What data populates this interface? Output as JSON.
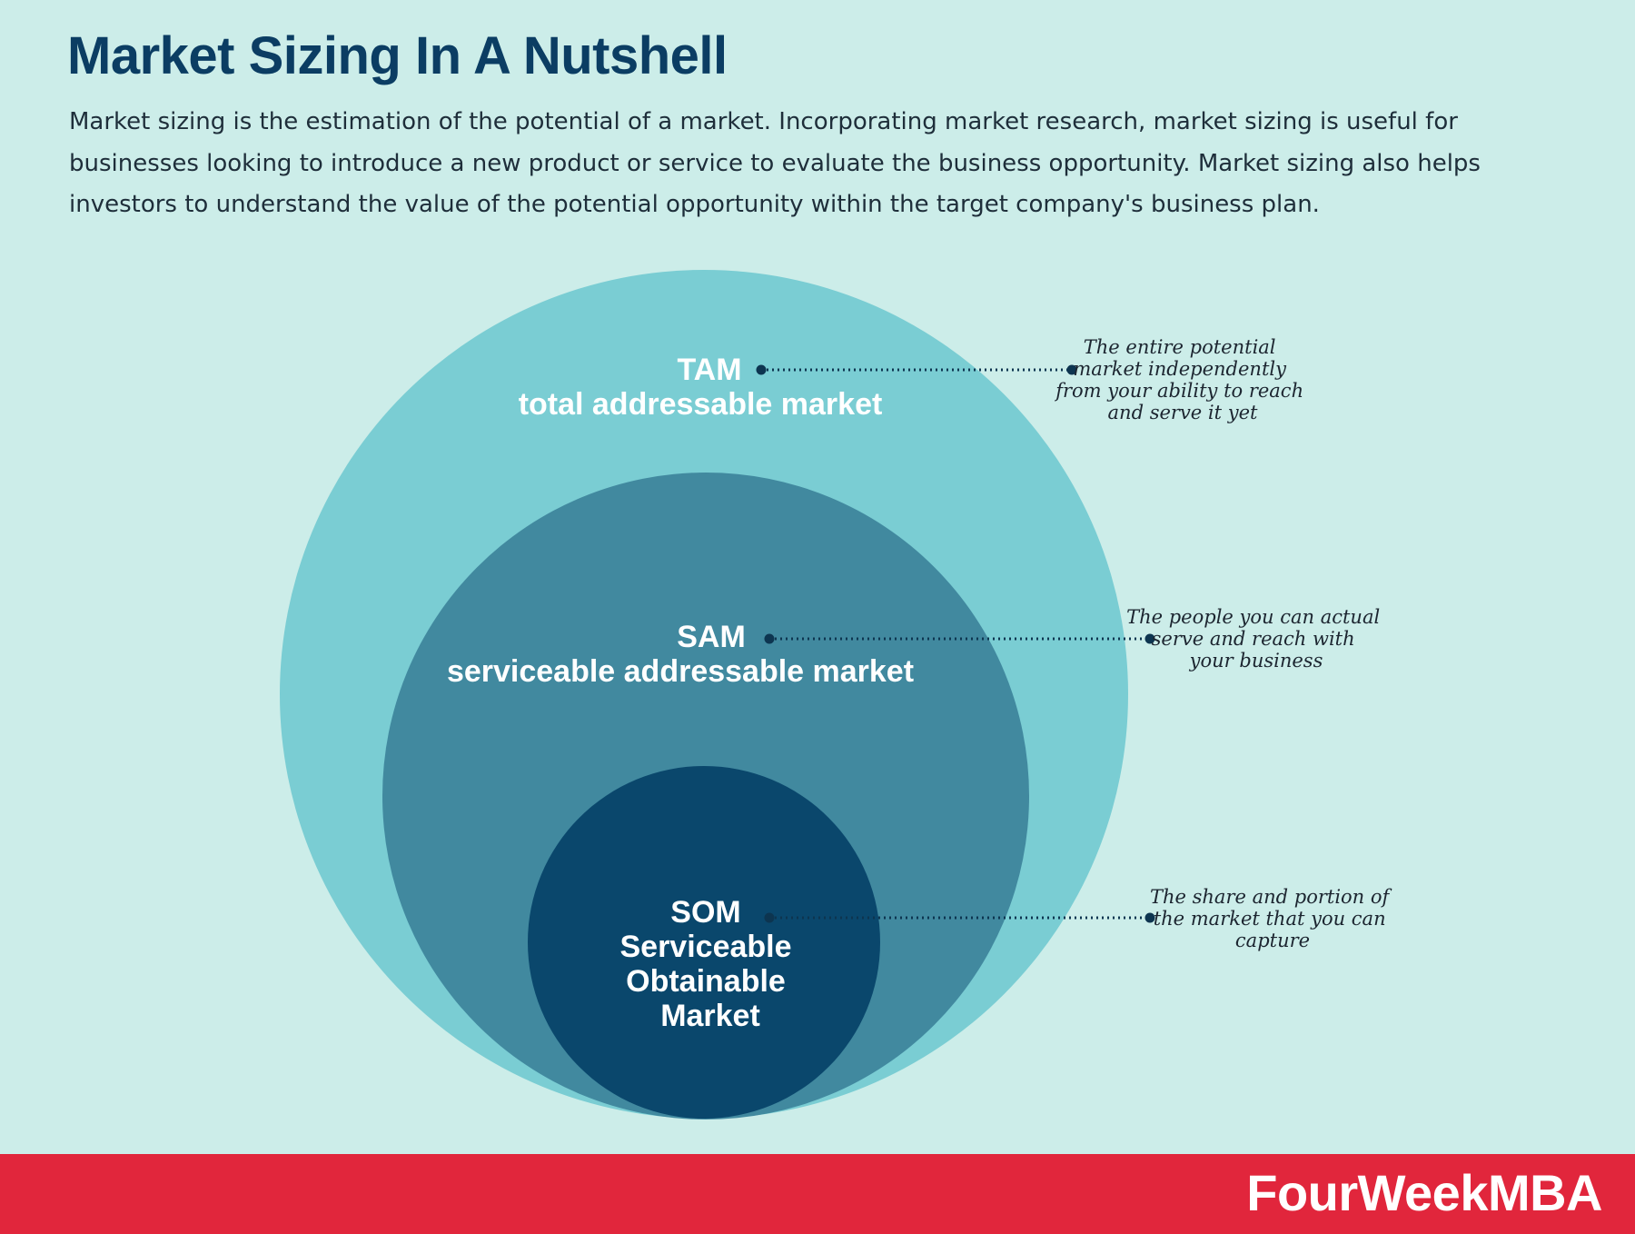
{
  "title": "Market Sizing In A Nutshell",
  "description": "Market sizing is the estimation of the potential of a market. Incorporating market research, market sizing is useful for businesses looking to introduce a new product or service to evaluate the business opportunity. Market sizing also helps investors to understand the value of the potential opportunity within the target company's business plan.",
  "colors": {
    "background": "#ccede9",
    "tam": "#7acdd3",
    "sam": "#41899f",
    "som": "#0a476c",
    "heading": "#0b3d63",
    "connector": "#0d3550",
    "footer": "#e1263c",
    "brand_text": "#ffffff"
  },
  "diagram": {
    "tam": {
      "acronym": "TAM",
      "name": "total addressable market",
      "annotation": [
        "The entire potential",
        "market independently",
        "from your ability to reach",
        "and serve it yet"
      ]
    },
    "sam": {
      "acronym": "SAM",
      "name": "serviceable addressable market",
      "annotation": [
        "The people you can actual",
        "serve and reach with",
        "your business"
      ]
    },
    "som": {
      "acronym": "SOM",
      "name_lines": [
        "Serviceable",
        "Obtainable",
        "Market"
      ],
      "annotation": [
        "The share and portion of",
        "the market that you can",
        "capture"
      ]
    }
  },
  "footer": {
    "brand": "FourWeekMBA"
  }
}
